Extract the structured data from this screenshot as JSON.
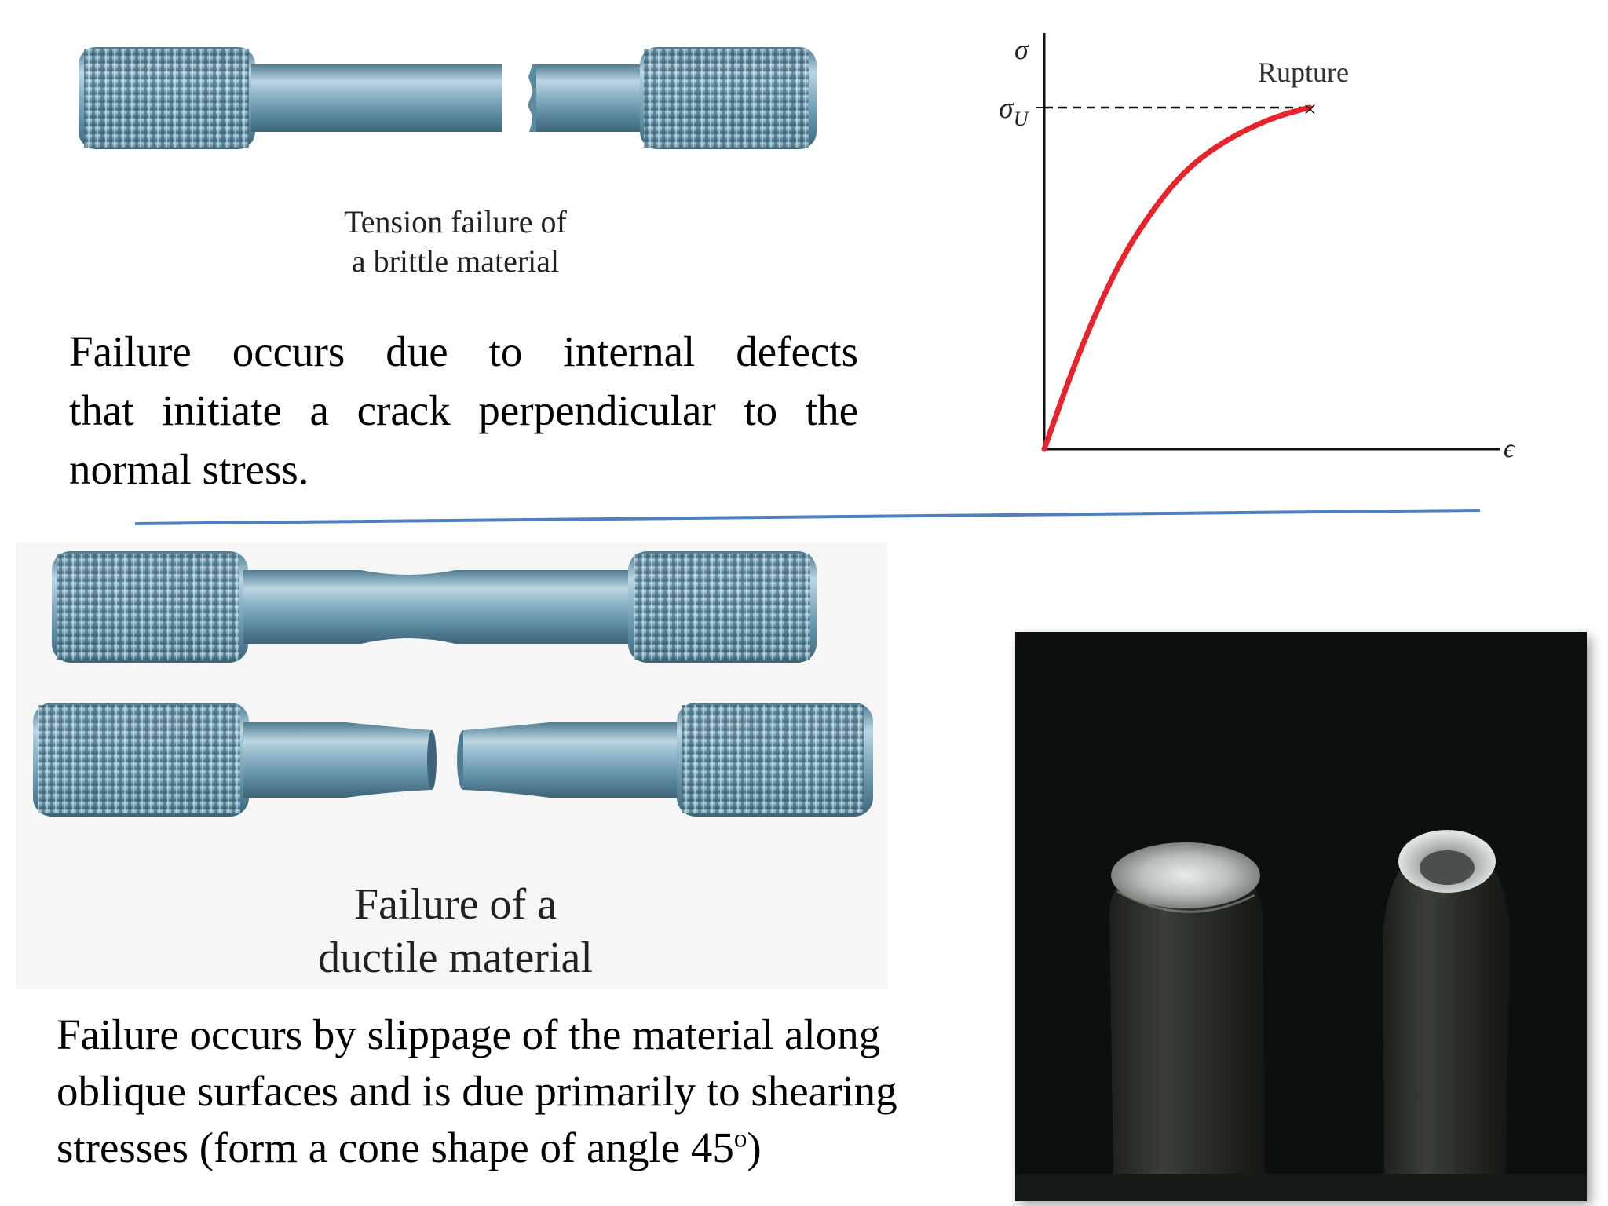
{
  "brittle": {
    "caption_line1": "Tension failure of",
    "caption_line2": "a brittle material",
    "text_line1": "Failure occurs due to internal defects",
    "text_line2": "that initiate a crack perpendicular to the",
    "text_line3": "normal stress."
  },
  "ductile": {
    "caption_line1": "Failure of a",
    "caption_line2": "ductile material",
    "text_line1": "Failure occurs by slippage of the material along",
    "text_line2": "oblique surfaces and is due primarily to shearing",
    "text_line3_a": "stresses  (form a cone shape of angle 45",
    "text_line3_sup": "o",
    "text_line3_b": ")"
  },
  "chart": {
    "y_symbol": "σ",
    "sigma_u_main": "σ",
    "sigma_u_sub": "U",
    "x_symbol": "ϵ",
    "annotation": "Rupture",
    "marker": "×"
  },
  "colors": {
    "curve": "#e8232b",
    "divider": "#4f7fbf",
    "steel": "#7ea7bb",
    "photo_bg": "#0b0f0d"
  },
  "chart_data": {
    "type": "line",
    "x": [
      0,
      0.1,
      0.2,
      0.3,
      0.4,
      0.5,
      0.6,
      0.7,
      0.8,
      0.9,
      1.0
    ],
    "y": [
      0,
      0.22,
      0.41,
      0.57,
      0.69,
      0.79,
      0.86,
      0.91,
      0.95,
      0.98,
      1.0
    ],
    "xlabel": "ϵ",
    "ylabel": "σ",
    "annotations": [
      "Rupture",
      "σU"
    ]
  }
}
